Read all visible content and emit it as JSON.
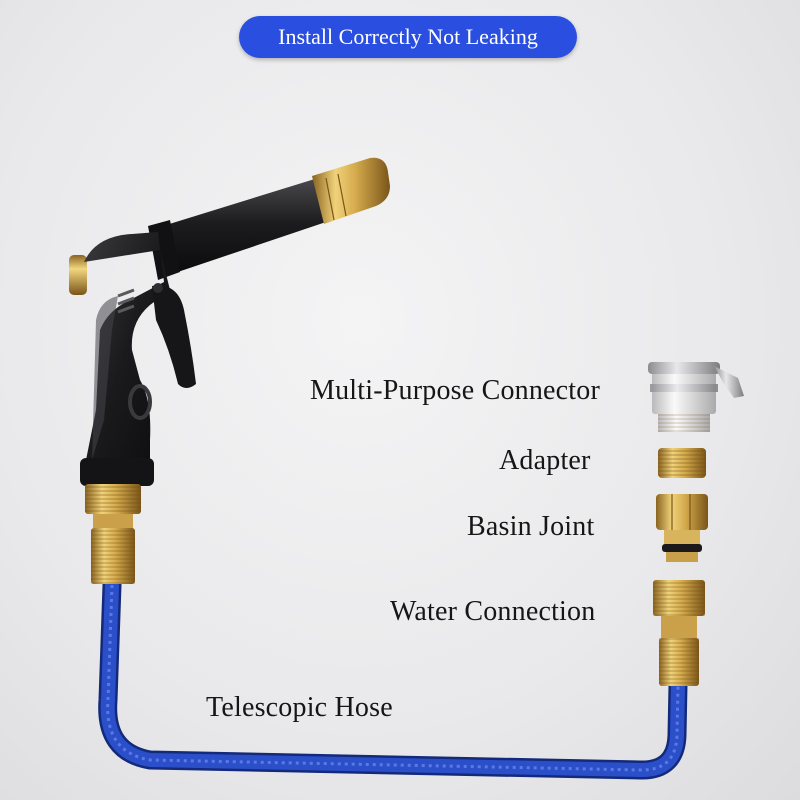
{
  "banner": {
    "text": "Install Correctly Not Leaking"
  },
  "labels": {
    "multi_purpose_connector": "Multi-Purpose Connector",
    "adapter": "Adapter",
    "basin_joint": "Basin Joint",
    "water_connection": "Water Connection",
    "telescopic_hose": "Telescopic Hose"
  },
  "colors": {
    "banner": "#2a4fe0",
    "hose": "#1f3fb0",
    "brass": "#c9a24a",
    "gun_body": "#1a1a1c"
  }
}
